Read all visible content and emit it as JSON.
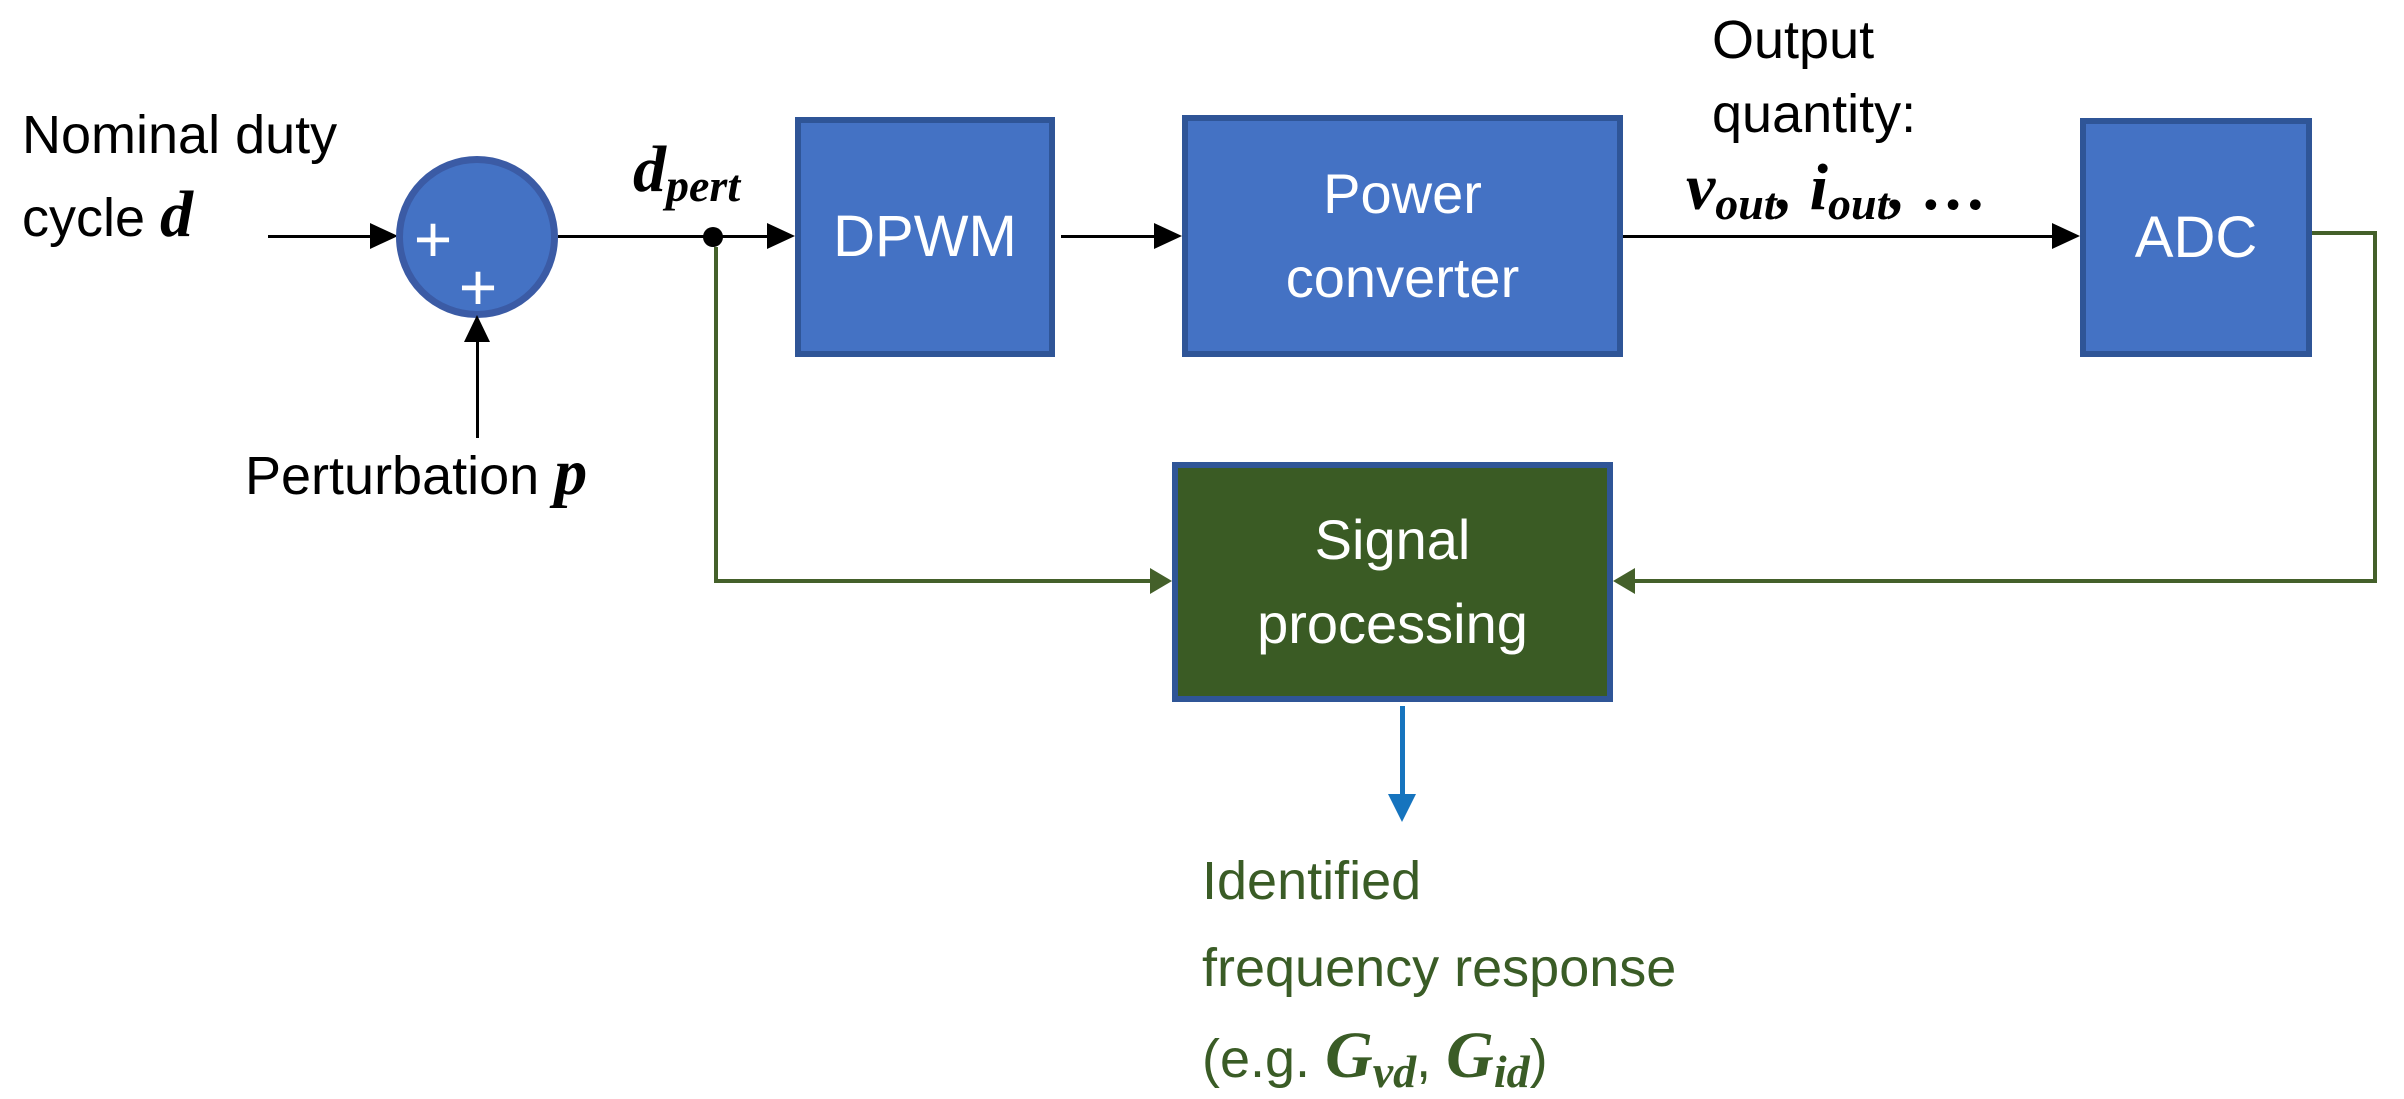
{
  "colors": {
    "block_blue": "#4472C4",
    "block_border": "#2F5597",
    "circle_border": "#3B5BA5",
    "dark_green": "#3A5B24",
    "green_line": "#44602a",
    "green_text": "#3a5c26",
    "blue_arrow": "#1674be"
  },
  "inputs": {
    "nominal_line1": "Nominal duty",
    "nominal_line2_text": "cycle ",
    "nominal_var": "d",
    "perturbation_text": "Perturbation ",
    "perturbation_var": "p"
  },
  "sum": {
    "plus_top": "+",
    "plus_bottom": "+"
  },
  "signals": {
    "dpert_base": "d",
    "dpert_sub": "pert",
    "output_line1": "Output",
    "output_line2": "quantity:",
    "vout_base": "v",
    "vout_sub": "out",
    "sep1": ", ",
    "iout_base": "i",
    "iout_sub": "out",
    "sep2": ", …"
  },
  "blocks": {
    "dpwm": "DPWM",
    "power_line1": "Power",
    "power_line2": "converter",
    "adc": "ADC",
    "signal_line1": "Signal",
    "signal_line2": "processing"
  },
  "result": {
    "line1": "Identified",
    "line2": "frequency response",
    "line3_prefix": "(e.g. ",
    "g1_base": "G",
    "g1_sub": "vd",
    "sep": ", ",
    "g2_base": "G",
    "g2_sub": "id",
    "line3_suffix": ")"
  }
}
